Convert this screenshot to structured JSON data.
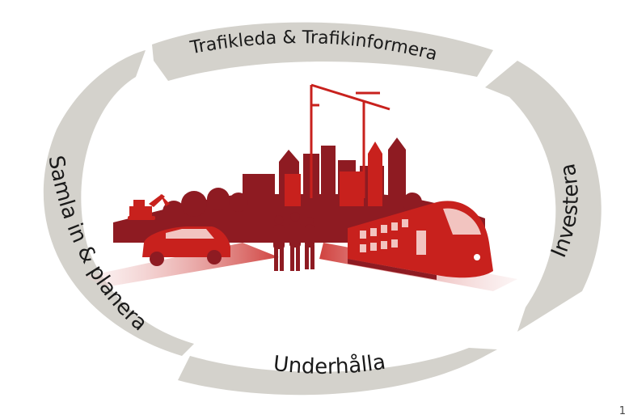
{
  "cycle": {
    "segments": [
      {
        "label": "Trafikleda & Trafikinformera"
      },
      {
        "label": "Investera"
      },
      {
        "label": "Underhålla"
      },
      {
        "label": "Samla in & planera"
      }
    ]
  },
  "colors": {
    "ring": "#d4d2cc",
    "dark_red": "#8e1b22",
    "red": "#c8211d",
    "light_red": "#e06050"
  },
  "page_number": "1"
}
